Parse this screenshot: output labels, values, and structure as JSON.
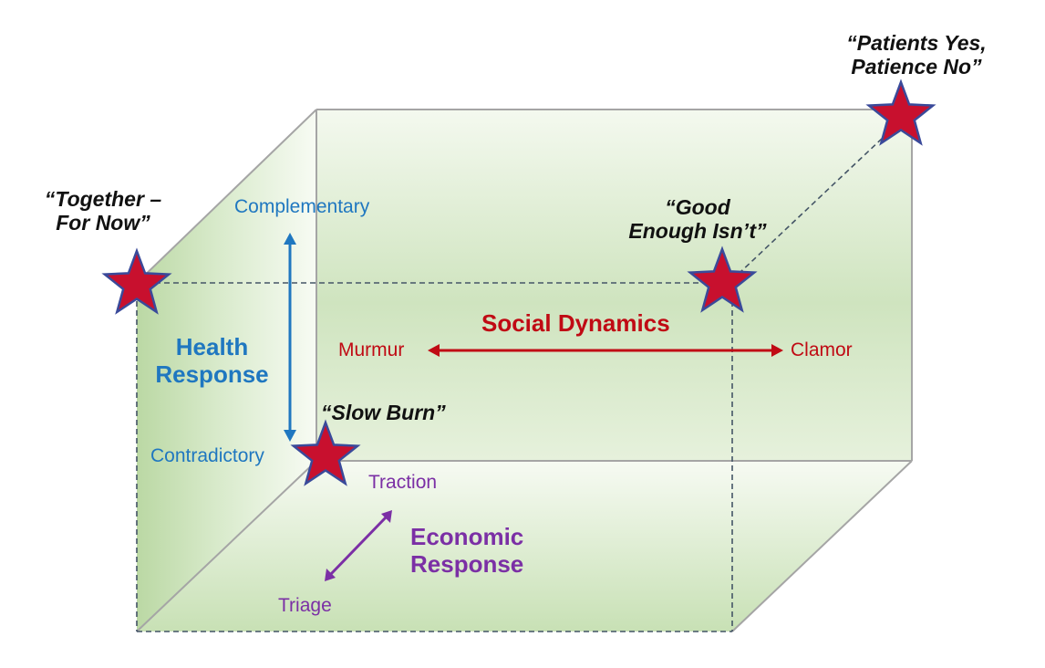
{
  "scenarios": {
    "together": {
      "line1": "“Together –",
      "line2": "For Now”"
    },
    "patients": {
      "line1": "“Patients Yes,",
      "line2": "Patience No”"
    },
    "good_enough": {
      "line1": "“Good",
      "line2": "Enough Isn’t”"
    },
    "slow_burn": {
      "line1": "“Slow Burn”"
    }
  },
  "axes": {
    "health": {
      "title_line1": "Health",
      "title_line2": "Response",
      "top_label": "Complementary",
      "bottom_label": "Contradictory",
      "color": "#1f77c0"
    },
    "social": {
      "title": "Social Dynamics",
      "left_label": "Murmur",
      "right_label": "Clamor",
      "color": "#c00a14"
    },
    "economic": {
      "title_line1": "Economic",
      "title_line2": "Response",
      "top_label": "Traction",
      "bottom_label": "Triage",
      "color": "#7b2fa5"
    }
  },
  "colors": {
    "star_fill": "#c8102e",
    "star_stroke": "#3a4a9a",
    "cube_green": "#b9d9a2",
    "edge_gray": "#a5a5a5",
    "dash_gray": "#445566"
  }
}
